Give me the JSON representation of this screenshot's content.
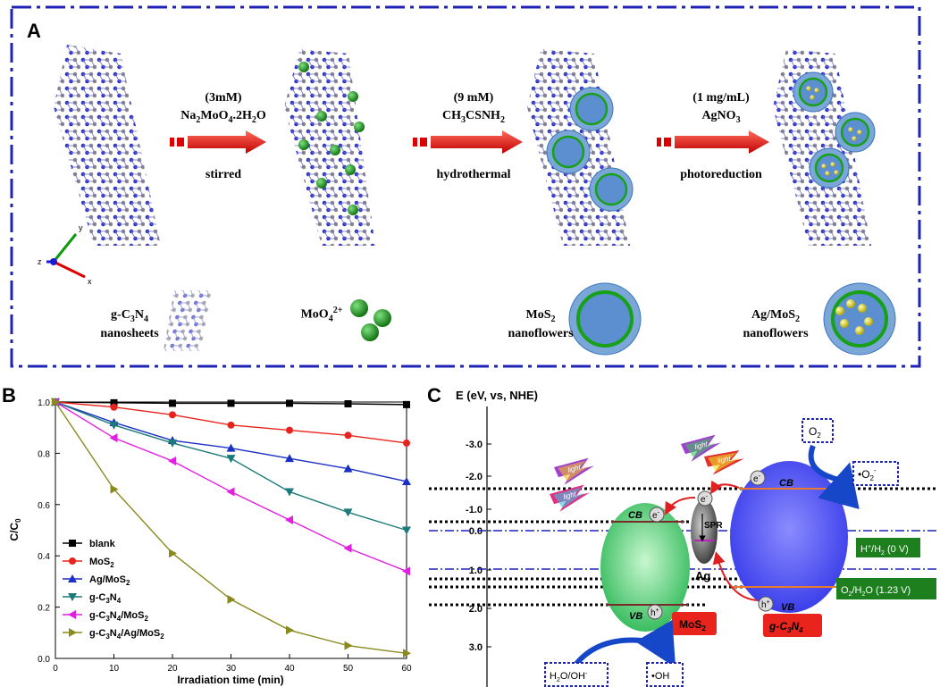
{
  "panels": {
    "a": "A",
    "b": "B",
    "c": "C"
  },
  "scheme": {
    "step1": {
      "conc": "(3mM)",
      "reagent_main": "Na",
      "reagent_sub1": "2",
      "reagent_mid": "MoO",
      "reagent_sub2": "4",
      "reagent_tail": ".2H",
      "reagent_sub3": "2",
      "reagent_end": "O",
      "action": "stirred"
    },
    "step2": {
      "conc": "(9 mM)",
      "reagent": "CH",
      "sub1": "3",
      "reagent_mid": "CSNH",
      "sub2": "2",
      "action": "hydrothermal"
    },
    "step3": {
      "conc": "(1 mg/mL)",
      "reagent": "AgNO",
      "sub1": "3",
      "action": "photoreduction"
    },
    "axes": {
      "x": "x",
      "y": "y",
      "z": "z"
    },
    "legend": {
      "gcn": {
        "l1": "g-C",
        "s1": "3",
        "l2": "N",
        "s2": "4",
        "l3": "nanosheets"
      },
      "moo": {
        "l1": "MoO",
        "s1": "4",
        "sup": "2+"
      },
      "mos2": {
        "l1": "MoS",
        "s1": "2",
        "l2": "nanoflowers"
      },
      "agmos2": {
        "l1": "Ag/MoS",
        "s1": "2",
        "l2": "nanoflowers"
      }
    }
  },
  "chart_data": {
    "type": "line",
    "xlabel": "Irradiation time (min)",
    "ylabel": "C/C",
    "ylabel_sub": "0",
    "xlim": [
      0,
      60
    ],
    "ylim": [
      0.0,
      1.0
    ],
    "xticks": [
      "0",
      "10",
      "20",
      "30",
      "40",
      "50",
      "60"
    ],
    "yticks": [
      "0.0",
      "0.2",
      "0.4",
      "0.6",
      "0.8",
      "1.0"
    ],
    "x": [
      0,
      10,
      20,
      30,
      40,
      50,
      60
    ],
    "legend_position": "bottom-left",
    "series": [
      {
        "name": "blank",
        "color": "#000000",
        "marker": "square",
        "values": [
          1.0,
          0.997,
          0.995,
          0.995,
          0.995,
          0.993,
          0.99
        ]
      },
      {
        "name": "MoS2",
        "color": "#e8231e",
        "marker": "circle",
        "values": [
          1.0,
          0.98,
          0.95,
          0.91,
          0.89,
          0.87,
          0.84
        ]
      },
      {
        "name": "Ag/MoS2",
        "color": "#1a2fc4",
        "marker": "triangle-up",
        "values": [
          1.0,
          0.92,
          0.85,
          0.82,
          0.78,
          0.74,
          0.69
        ]
      },
      {
        "name": "g-C3N4",
        "color": "#1d7a7a",
        "marker": "triangle-down",
        "values": [
          1.0,
          0.91,
          0.84,
          0.78,
          0.65,
          0.57,
          0.5
        ]
      },
      {
        "name": "g-C3N4/MoS2",
        "color": "#e21ee2",
        "marker": "triangle-left",
        "values": [
          1.0,
          0.86,
          0.77,
          0.65,
          0.54,
          0.43,
          0.34
        ]
      },
      {
        "name": "g-C3N4/Ag/MoS2",
        "color": "#8a8a1e",
        "marker": "triangle-right",
        "values": [
          1.0,
          0.66,
          0.41,
          0.23,
          0.11,
          0.05,
          0.02
        ]
      }
    ],
    "legend_labels": [
      {
        "a": "blank"
      },
      {
        "a": "MoS",
        "s1": "2"
      },
      {
        "a": "Ag/MoS",
        "s1": "2"
      },
      {
        "a": "g-C",
        "s1": "3",
        "b": "N",
        "s2": "4"
      },
      {
        "a": "g-C",
        "s1": "3",
        "b": "N",
        "s2": "4",
        "c": "/MoS",
        "s3": "2"
      },
      {
        "a": "g-C",
        "s1": "3",
        "b": "N",
        "s2": "4",
        "c": "/Ag/MoS",
        "s3": "2"
      }
    ]
  },
  "energy": {
    "axis_title": "E (eV, vs, NHE)",
    "ticks": [
      "-3.0",
      "-2.0",
      "-1.0",
      "0.0",
      "1.0",
      "2.0",
      "3.0"
    ],
    "cb": "CB",
    "vb": "VB",
    "electron": "e",
    "electron_sup": "-",
    "hole": "h",
    "hole_sup": "+",
    "spr": "SPR",
    "ag": "Ag",
    "light": "light",
    "mos2": {
      "a": "MoS",
      "s": "2"
    },
    "gcn": {
      "a": "g-C",
      "s1": "3",
      "b": "N",
      "s2": "4"
    },
    "o2": {
      "a": "O",
      "s": "2"
    },
    "o2_rad": {
      "a": "•O",
      "s": "2",
      "sup": "-"
    },
    "h2o": {
      "a": "H",
      "s": "2",
      "b": "O/OH",
      "sup": "-"
    },
    "oh_rad": "•OH",
    "h2": {
      "a": "H",
      "sup": "+",
      "b": "/H",
      "s": "2",
      "c": " (0 V)"
    },
    "o2h2o": {
      "a": "O",
      "s1": "2",
      "b": "/H",
      "s2": "2",
      "c": "O (1.23 V)"
    },
    "colors": {
      "mos2_box": "#e8241d",
      "redox_box": "#1e7f1e",
      "frame": "#1f23b5",
      "gcn": "#4b4ff0",
      "mos2": "#3fd06a"
    }
  }
}
